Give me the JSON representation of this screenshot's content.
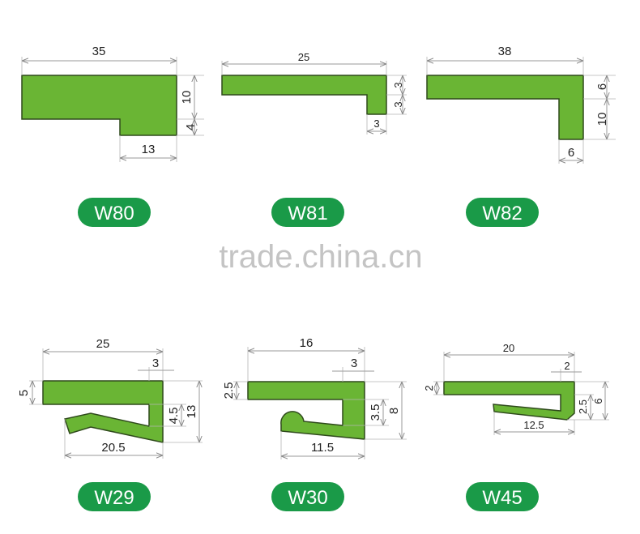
{
  "watermark": "trade.china.cn",
  "colors": {
    "profile_fill": "#6ab534",
    "label_pill": "#1a9a48"
  },
  "profiles": [
    {
      "name": "W80",
      "dims": [
        "35",
        "10",
        "4",
        "13"
      ]
    },
    {
      "name": "W81",
      "dims": [
        "25",
        "3",
        "3",
        "3"
      ]
    },
    {
      "name": "W82",
      "dims": [
        "38",
        "6",
        "10",
        "6"
      ]
    },
    {
      "name": "W29",
      "dims": [
        "25",
        "3",
        "5",
        "4.5",
        "13",
        "20.5"
      ]
    },
    {
      "name": "W30",
      "dims": [
        "16",
        "3",
        "2.5",
        "3.5",
        "8",
        "11.5"
      ]
    },
    {
      "name": "W45",
      "dims": [
        "20",
        "2",
        "2",
        "2.5",
        "6",
        "12.5"
      ]
    }
  ]
}
